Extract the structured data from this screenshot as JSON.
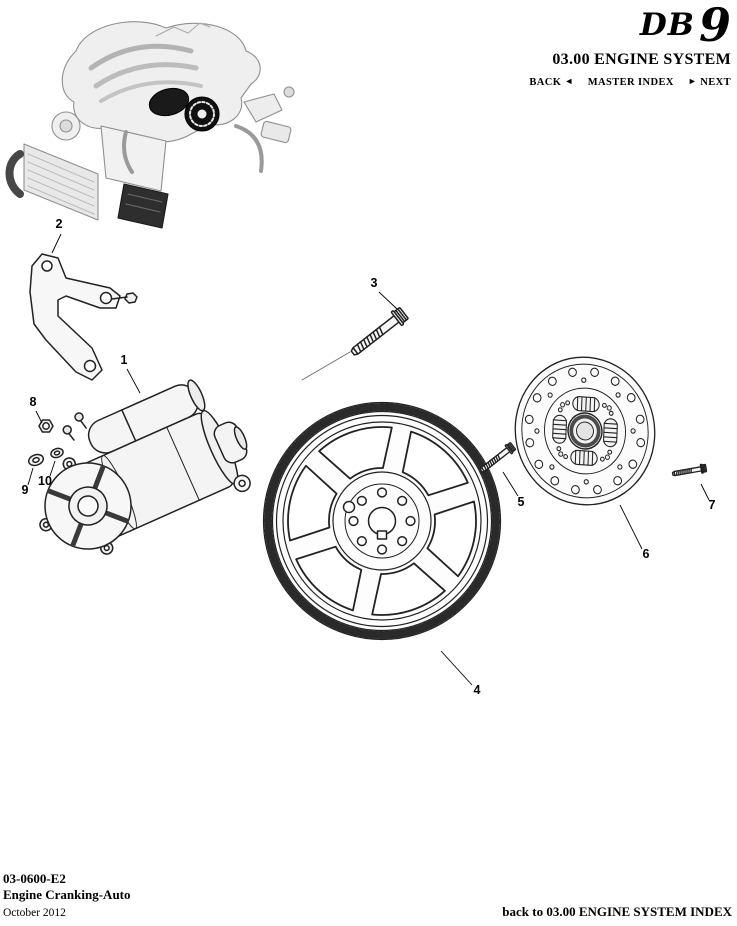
{
  "colors": {
    "ink": "#000000",
    "line_art": "#222222"
  },
  "header": {
    "logo": {
      "db": "DB",
      "nine": "9"
    },
    "system_title": "03.00 ENGINE SYSTEM",
    "nav": {
      "back_label": "BACK",
      "back_arrow": "◄",
      "master_index_label": "MASTER INDEX",
      "next_arrow": "►",
      "next_label": "NEXT"
    }
  },
  "diagram": {
    "callouts": [
      {
        "label": "1"
      },
      {
        "label": "2"
      },
      {
        "label": "3"
      },
      {
        "label": "4"
      },
      {
        "label": "5"
      },
      {
        "label": "6"
      },
      {
        "label": "7"
      },
      {
        "label": "8"
      },
      {
        "label": "9"
      },
      {
        "label": "10"
      }
    ]
  },
  "footer": {
    "doc_number": "03-0600-E2",
    "doc_title": "Engine Cranking-Auto",
    "date": "October 2012",
    "back_link": "back to 03.00 ENGINE SYSTEM INDEX"
  }
}
